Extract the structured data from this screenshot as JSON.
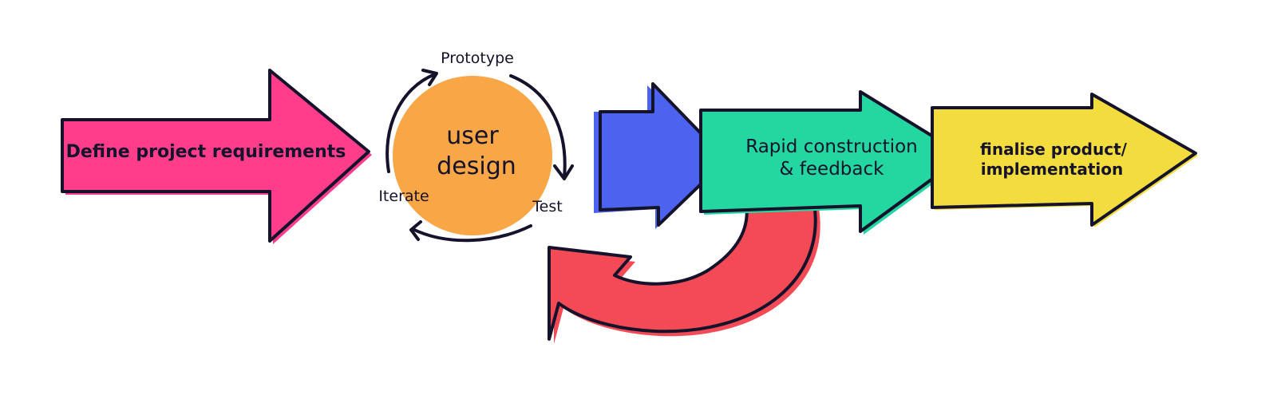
{
  "steps": {
    "define": "Define project requirements",
    "user_design_line1": "user",
    "user_design_line2": "design",
    "rapid_line1": "Rapid construction",
    "rapid_line2": "& feedback",
    "finalise_line1": "finalise product/",
    "finalise_line2": "implementation"
  },
  "cycle": {
    "prototype": "Prototype",
    "test": "Test",
    "iterate": "Iterate"
  },
  "colors": {
    "pink": "#ff3d8b",
    "orange": "#f9a646",
    "blue": "#4b63ee",
    "green": "#24d7a0",
    "yellow": "#f3dc3d",
    "red": "#f44a55",
    "outline": "#15122b"
  },
  "icons": {
    "cycle_arrow": "arrow-cycle-icon",
    "return_arrow": "curved-return-arrow-icon"
  }
}
